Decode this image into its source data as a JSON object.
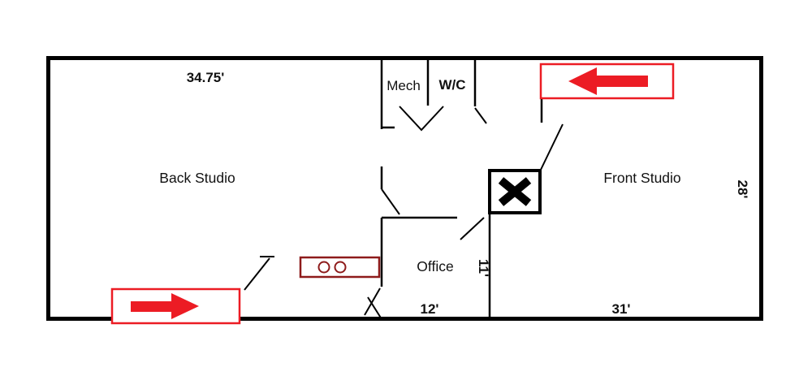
{
  "rooms": {
    "back_studio": "Back Studio",
    "front_studio": "Front Studio",
    "office": "Office",
    "mech": "Mech",
    "wc": "W/C"
  },
  "dimensions": {
    "back_studio_width": "34.75'",
    "building_depth": "28'",
    "office_depth": "11'",
    "office_width": "12'",
    "front_studio_width": "31'"
  },
  "icons": {
    "front_entry_arrow": "left-arrow",
    "back_entry_arrow": "right-arrow",
    "blocked_opening": "x-mark",
    "fixture": "double-sink"
  },
  "colors": {
    "walls": "#000000",
    "arrow_red": "#EC1C24",
    "fixture_red": "#8E1B1B",
    "background": "#FFFFFF"
  }
}
